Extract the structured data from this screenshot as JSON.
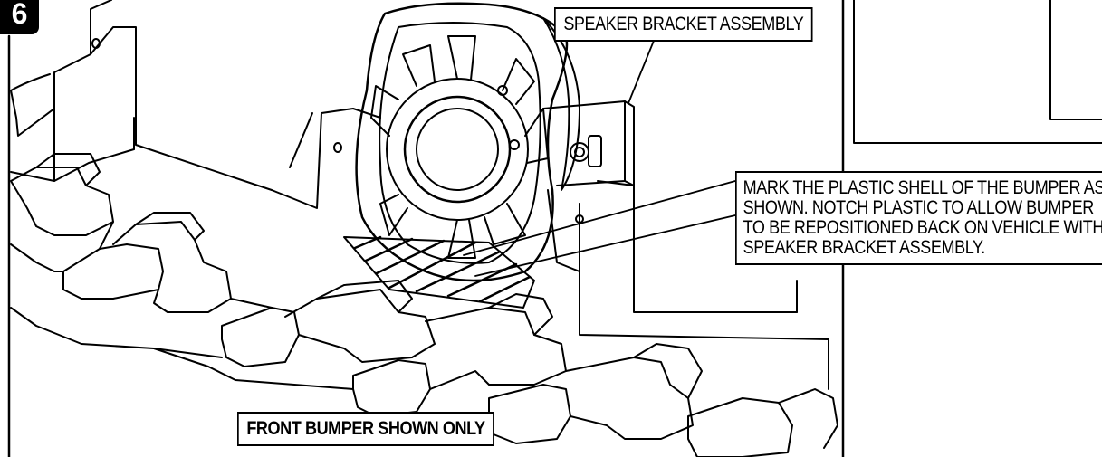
{
  "step": {
    "number": "6"
  },
  "callouts": {
    "speaker_bracket": "SPEAKER BRACKET ASSEMBLY",
    "mark_instructions": "MARK THE PLASTIC SHELL OF THE BUMPER AS SHOWN. NOTCH PLASTIC TO ALLOW BUMPER TO BE REPOSITIONED BACK ON VEHICLE WITH SPEAKER BRACKET ASSEMBLY.",
    "front_bumper_note": "FRONT BUMPER SHOWN ONLY"
  },
  "colors": {
    "line": "#000000",
    "background": "#ffffff"
  }
}
